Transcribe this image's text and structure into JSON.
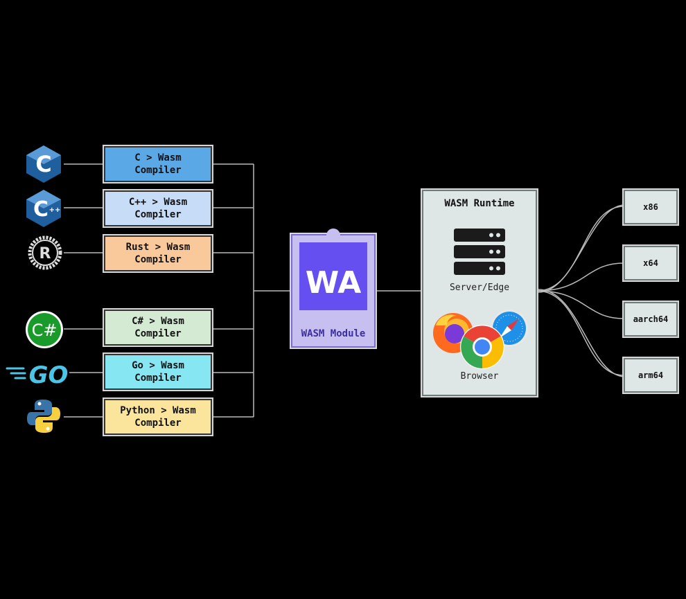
{
  "compilers": [
    {
      "line1": "C > Wasm",
      "line2": "Compiler",
      "color": "#5ba8e6"
    },
    {
      "line1": "C++ > Wasm",
      "line2": "Compiler",
      "color": "#c7dcf6"
    },
    {
      "line1": "Rust > Wasm",
      "line2": "Compiler",
      "color": "#f9c99c"
    },
    {
      "line1": "C# > Wasm",
      "line2": "Compiler",
      "color": "#d4ead3"
    },
    {
      "line1": "Go > Wasm",
      "line2": "Compiler",
      "color": "#86e6f2"
    },
    {
      "line1": "Python > Wasm",
      "line2": "Compiler",
      "color": "#fbe59c"
    }
  ],
  "module": {
    "logo_text": "WA",
    "label": "WASM Module"
  },
  "runtime": {
    "title": "WASM Runtime",
    "server_label": "Server/Edge",
    "browser_label": "Browser"
  },
  "architectures": [
    "x86",
    "x64",
    "aarch64",
    "arm64"
  ],
  "icons": [
    "c-language-icon",
    "cpp-language-icon",
    "rust-language-icon",
    "csharp-language-icon",
    "go-language-icon",
    "python-language-icon",
    "server-stack-icon",
    "firefox-icon",
    "chrome-icon",
    "safari-icon"
  ],
  "colors": {
    "wasm_purple": "#654ff0",
    "connector": "#bbbbbb"
  }
}
